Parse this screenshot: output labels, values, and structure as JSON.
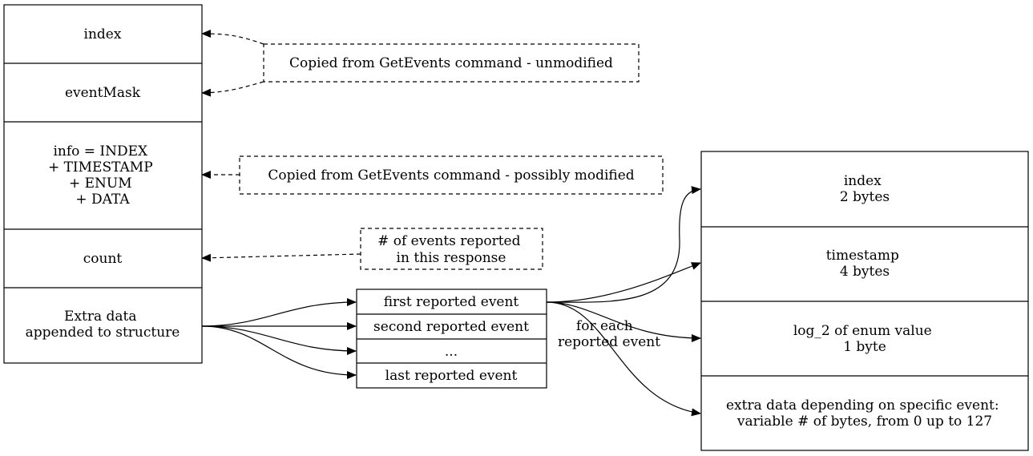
{
  "structure_fields": [
    {
      "lines": [
        "index"
      ]
    },
    {
      "lines": [
        "eventMask"
      ]
    },
    {
      "lines": [
        "info = INDEX",
        "+ TIMESTAMP",
        "+ ENUM",
        "+ DATA"
      ]
    },
    {
      "lines": [
        "count"
      ]
    },
    {
      "lines": [
        "Extra data",
        "appended to structure"
      ]
    }
  ],
  "notes": [
    {
      "lines": [
        "Copied from GetEvents command - unmodified"
      ]
    },
    {
      "lines": [
        "Copied from GetEvents command - possibly modified"
      ]
    },
    {
      "lines": [
        "# of events reported",
        "in this response"
      ]
    }
  ],
  "event_list": [
    "first reported event",
    "second reported event",
    "...",
    "last reported event"
  ],
  "edge_label": [
    "for each",
    "reported event"
  ],
  "event_fields": [
    {
      "lines": [
        "index",
        "2 bytes"
      ]
    },
    {
      "lines": [
        "timestamp",
        "4 bytes"
      ]
    },
    {
      "lines": [
        "log_2 of enum value",
        "1 byte"
      ]
    },
    {
      "lines": [
        "extra data depending on specific event:",
        "variable # of bytes, from 0 up to 127"
      ]
    }
  ]
}
